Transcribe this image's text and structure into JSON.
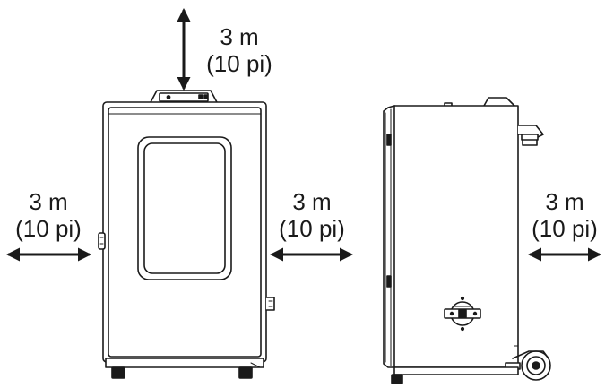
{
  "clearances": {
    "top": {
      "metric": "3 m",
      "imperial": "(10 pi)"
    },
    "front_left": {
      "metric": "3 m",
      "imperial": "(10 pi)"
    },
    "front_right": {
      "metric": "3 m",
      "imperial": "(10 pi)"
    },
    "side_right": {
      "metric": "3 m",
      "imperial": "(10 pi)"
    }
  },
  "icons": {
    "vertical_arrow": "double-headed-vertical-arrow",
    "horizontal_arrow": "double-headed-horizontal-arrow"
  },
  "colors": {
    "line": "#1a1a1a",
    "fill": "#ffffff",
    "shade": "#dcdcdc"
  }
}
